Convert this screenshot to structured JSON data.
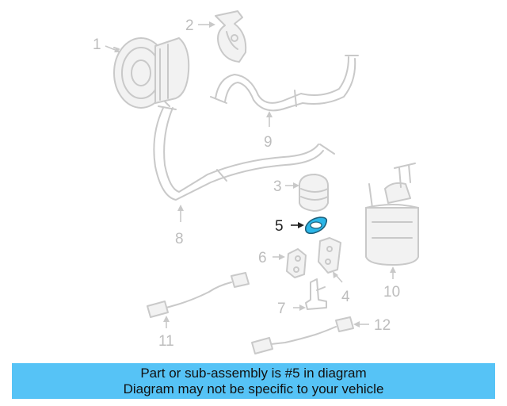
{
  "callouts": [
    {
      "id": "1",
      "label": "1"
    },
    {
      "id": "2",
      "label": "2"
    },
    {
      "id": "3",
      "label": "3"
    },
    {
      "id": "4",
      "label": "4"
    },
    {
      "id": "5",
      "label": "5"
    },
    {
      "id": "6",
      "label": "6"
    },
    {
      "id": "7",
      "label": "7"
    },
    {
      "id": "8",
      "label": "8"
    },
    {
      "id": "9",
      "label": "9"
    },
    {
      "id": "10",
      "label": "10"
    },
    {
      "id": "11",
      "label": "11"
    },
    {
      "id": "12",
      "label": "12"
    }
  ],
  "highlight": {
    "part": "5",
    "color": "#2bb6e8"
  },
  "banner": {
    "line1": "Part or sub-assembly is #5 in diagram",
    "line2": "Diagram may not be specific to your vehicle",
    "color": "#56c3f6"
  }
}
